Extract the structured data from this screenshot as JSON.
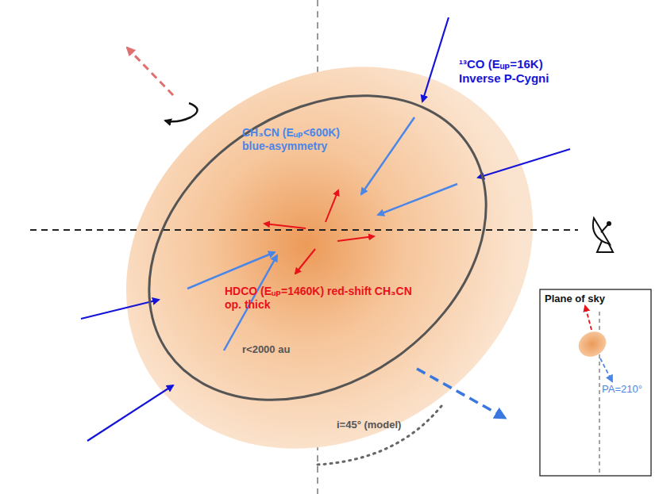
{
  "diagram": {
    "nodes": [
      {
        "text": [
          "CH₃CN (Eᵤₚ<600K) blue-asymmetry",
          "HDCO (Eᵤₚ=1460K) red-shift CH₃CN op. thick",
          "r<2000 au"
        ]
      },
      {
        "text": [
          "Plane of sky",
          "PA=210°"
        ]
      }
    ],
    "labels": [
      "¹³CO (Eᵤₚ=16K) Inverse P-Cygni",
      "i=45° (model)"
    ]
  }
}
